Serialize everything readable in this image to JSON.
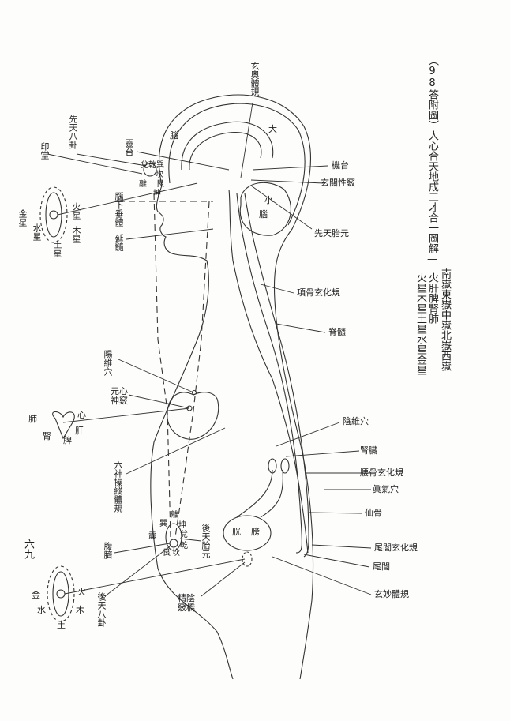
{
  "title": {
    "main": "（98答附圖）人心合天地成三才合一圖解—",
    "organs": "火肝脾腎肺",
    "mountains": "南嶽東嶽中嶽北嶽西嶽",
    "planets": "火星木星土星水星金星"
  },
  "page_number": "六九",
  "head": {
    "xuan_ao": "玄奧體規",
    "da": "大",
    "nao": "腦",
    "xiao_nao_1": "小",
    "xiao_nao_2": "腦",
    "ling_tai": "靈台",
    "ji_tai": "機台",
    "xuan_guan": "玄關性竅",
    "xian_tian_tai_yuan": "先天胎元",
    "xian_tian_ba_gua": "先天八卦",
    "yin_tang": "印堂",
    "nao_xia_chui_ti": "腦下垂體",
    "yan_sui": "延髓",
    "xiang_gu": "項骨玄化規",
    "ji_sui": "脊髓",
    "trigrams": {
      "dui_qian_xun": "兌乾巽",
      "kan": "坎",
      "li": "離",
      "gen": "艮",
      "kun": "坤"
    }
  },
  "upper_eye": {
    "huo": "火星",
    "mu": "木星",
    "tu": "土星",
    "shui": "水星",
    "jin": "金星"
  },
  "torso": {
    "yang_wei": "陽維穴",
    "yuan_xin_1": "元心",
    "yuan_xin_2": "神竅",
    "liu_shen": "六神操縱體規",
    "yin_wei": "陰維穴",
    "shen_zang": "腎臟",
    "yao_gu": "腰骨玄化規",
    "zhen_qi": "眞氣穴",
    "xian_gu": "仙骨",
    "wei_lu_xuan": "尾閭玄化規",
    "wei_lu": "尾閭",
    "xuan_miao": "玄妙體規",
    "pang_guang_1": "膀",
    "pang_guang_0": "胱",
    "fu_qi": "腹臍",
    "hou_tian_tai_yuan": "後天胎元",
    "hou_tian_ba_gua": "後天八卦",
    "jing_yin_1": "精陰",
    "jing_yin_2": "竅橋"
  },
  "heart_organs": {
    "fei": "肺",
    "xin": "心",
    "gan": "肝",
    "shen": "腎",
    "pi": "脾"
  },
  "lower_trigrams": {
    "xun": "巽",
    "li": "離",
    "kun": "坤",
    "dui": "兌",
    "zhen": "震",
    "qian": "乾",
    "gen": "艮",
    "kan": "坎"
  },
  "lower_eye": {
    "jin": "金",
    "huo": "火",
    "shui": "水",
    "mu": "木",
    "tu": "土"
  }
}
